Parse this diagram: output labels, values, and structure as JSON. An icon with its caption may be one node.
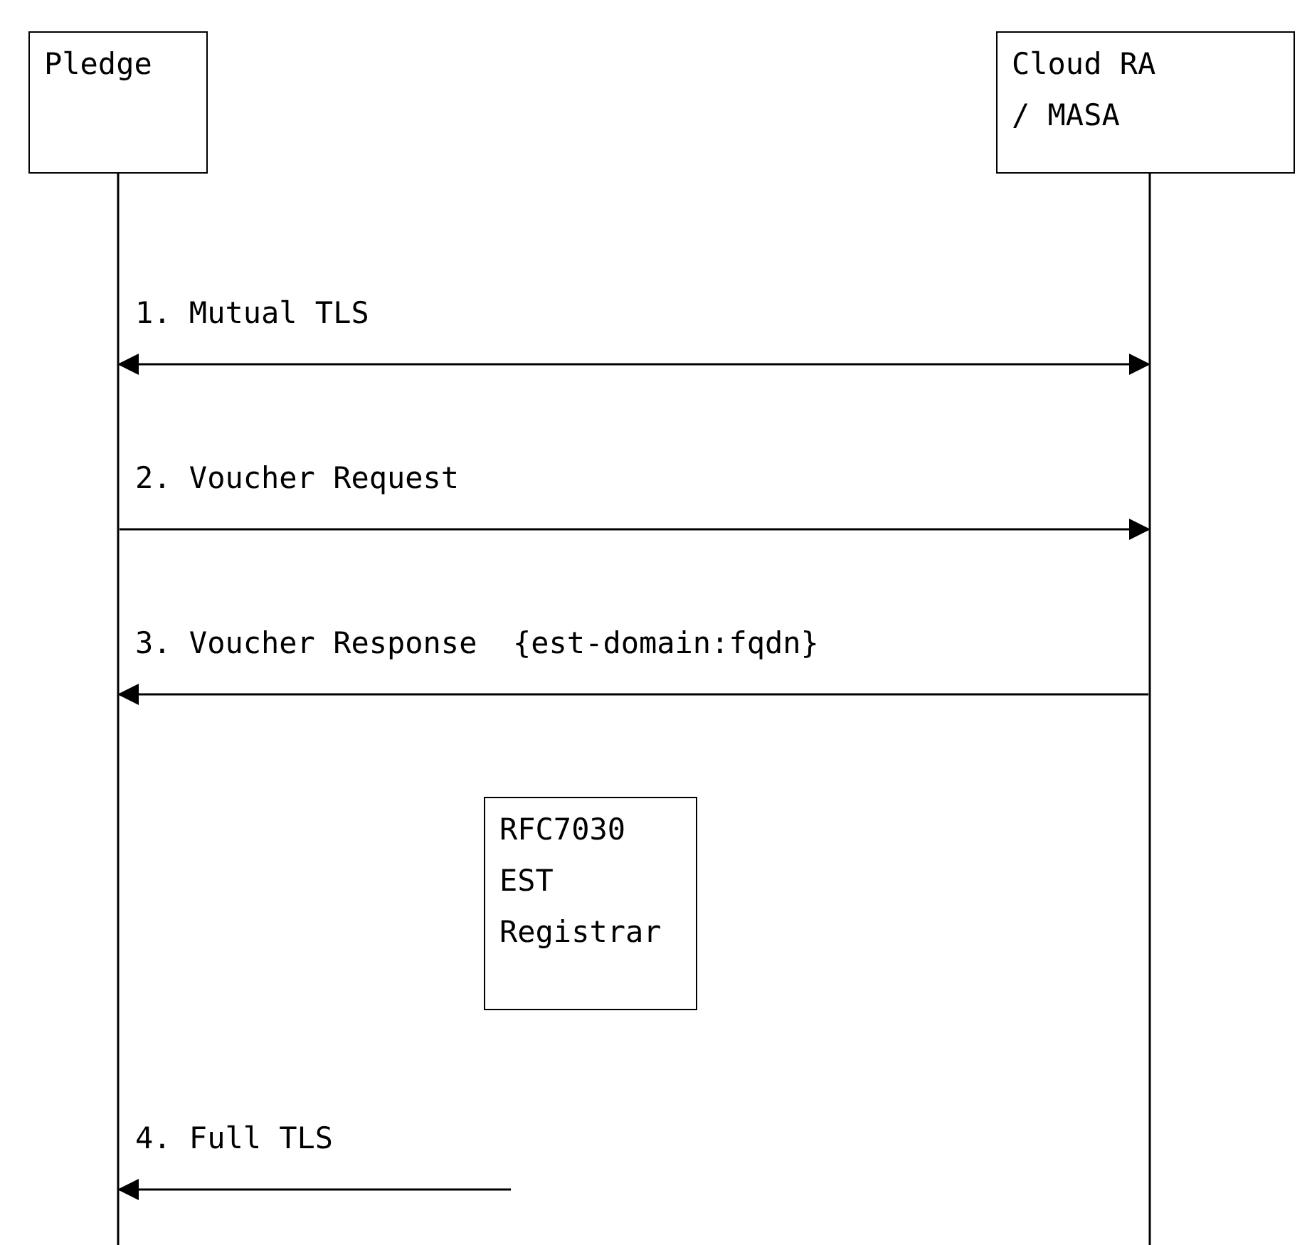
{
  "diagram": {
    "nodes": [
      {
        "text": [
          "Pledge"
        ]
      },
      {
        "text": [
          "Cloud RA / MASA"
        ]
      },
      {
        "text": [
          "RFC7030 EST Registrar"
        ]
      }
    ],
    "edges": [
      {
        "from": 0,
        "to": 1,
        "arrow": "both",
        "label": "1. Mutual TLS"
      },
      {
        "from": 0,
        "to": 1,
        "arrow": "to",
        "label": "2. Voucher Request"
      },
      {
        "from": 1,
        "to": 0,
        "arrow": "to",
        "label": "3. Voucher Response  {est-domain:fqdn}"
      },
      {
        "from": null,
        "to": 0,
        "arrow": "to",
        "label": "4. Full TLS"
      }
    ]
  }
}
